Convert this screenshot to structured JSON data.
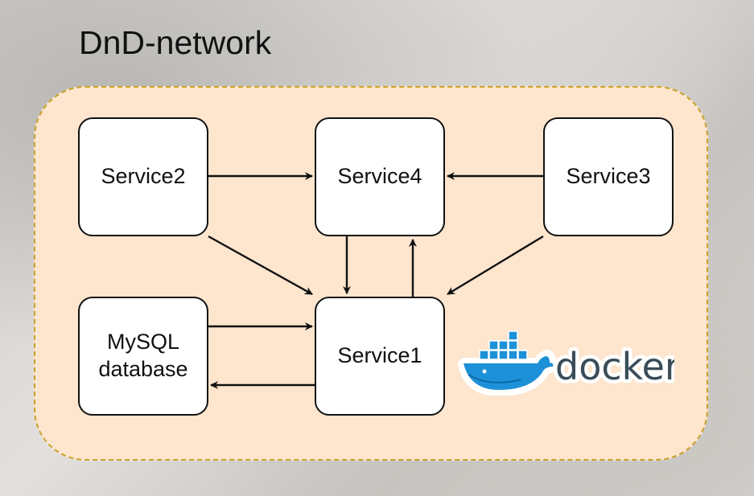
{
  "network": {
    "title": "DnD-network"
  },
  "services": {
    "service2": "Service2",
    "service4": "Service4",
    "service3": "Service3",
    "service1": "Service1",
    "mysql_line1": "MySQL",
    "mysql_line2": "database"
  },
  "logo": {
    "text": "docker",
    "icon": "docker-whale-icon"
  },
  "colors": {
    "network_fill": "#fde5ce",
    "network_border": "#c9a227",
    "docker_blue": "#1d91d8"
  }
}
